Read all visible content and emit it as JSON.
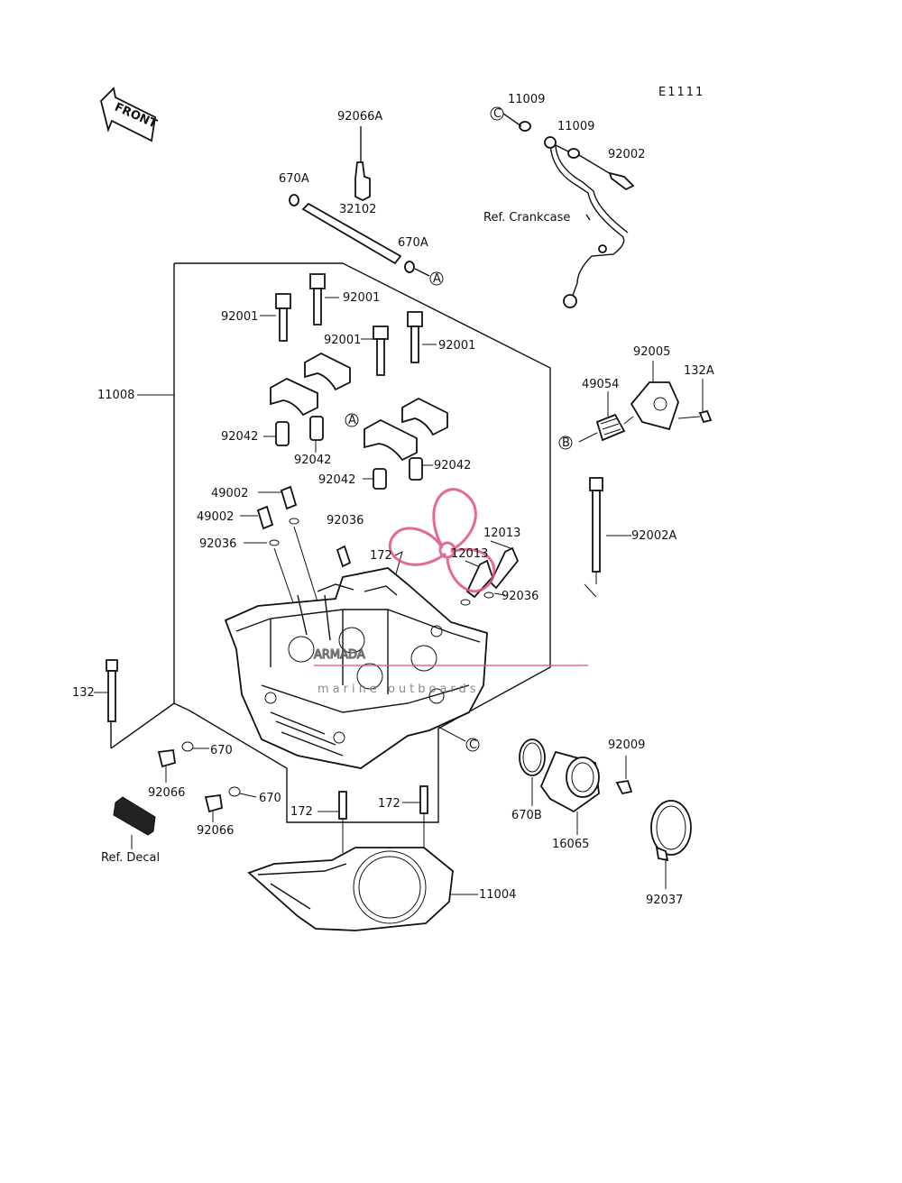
{
  "diagram_code": "E1111",
  "front_label": "FRONT",
  "watermark": {
    "brand": "ARMADA",
    "sub": "marine outboards",
    "accent": "#e0508a"
  },
  "ref_markers": [
    "A",
    "B",
    "C"
  ],
  "labels": {
    "p11009a": "11009",
    "p11009b": "11009",
    "p92002": "92002",
    "ref_crankcase": "Ref. Crankcase",
    "p92066A": "92066A",
    "p670A_1": "670A",
    "p32102": "32102",
    "p670A_2": "670A",
    "p92001_a": "92001",
    "p92001_b": "92001",
    "p92001_c": "92001",
    "p92001_d": "92001",
    "p11008": "11008",
    "p92042_a": "92042",
    "p92042_b": "92042",
    "p92042_c": "92042",
    "p92042_d": "92042",
    "p92005": "92005",
    "p132A": "132A",
    "p49054": "49054",
    "p49002_a": "49002",
    "p49002_b": "49002",
    "p92036_a": "92036",
    "p92036_b": "92036",
    "p92036_c": "92036",
    "p172_a": "172",
    "p12013_a": "12013",
    "p12013_b": "12013",
    "p92002A": "92002A",
    "p132": "132",
    "p670_a": "670",
    "p92066_a": "92066",
    "p670_b": "670",
    "p92066_b": "92066",
    "p172_b": "172",
    "p172_c": "172",
    "ref_decal": "Ref. Decal",
    "p92009": "92009",
    "p670B": "670B",
    "p16065": "16065",
    "p92037": "92037",
    "p11004": "11004"
  }
}
